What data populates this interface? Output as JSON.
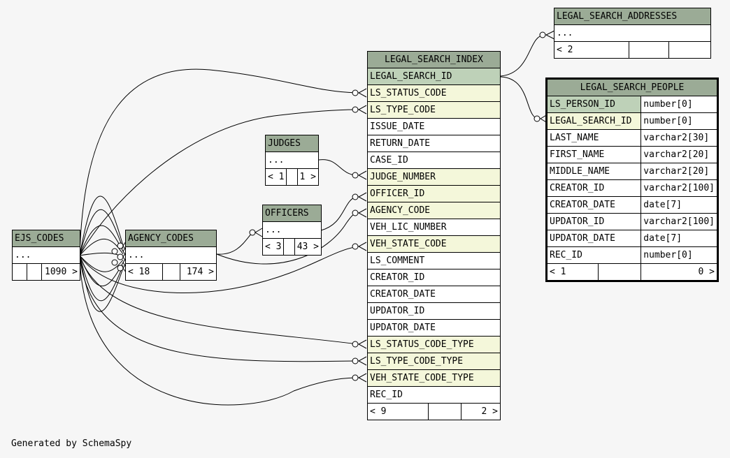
{
  "footer": "Generated by SchemaSpy",
  "tables": {
    "ejs_codes": {
      "name": "EJS_CODES",
      "ellipsis": "...",
      "footer": [
        "",
        "",
        "1090 >"
      ]
    },
    "agency_codes": {
      "name": "AGENCY_CODES",
      "ellipsis": "...",
      "footer": [
        "< 18",
        "",
        "174 >"
      ]
    },
    "judges": {
      "name": "JUDGES",
      "ellipsis": "...",
      "footer": [
        "< 1",
        "",
        "1 >"
      ]
    },
    "officers": {
      "name": "OFFICERS",
      "ellipsis": "...",
      "footer": [
        "< 3",
        "",
        "43 >"
      ]
    },
    "legal_search_index": {
      "name": "LEGAL_SEARCH_INDEX",
      "columns": [
        "LEGAL_SEARCH_ID",
        "LS_STATUS_CODE",
        "LS_TYPE_CODE",
        "ISSUE_DATE",
        "RETURN_DATE",
        "CASE_ID",
        "JUDGE_NUMBER",
        "OFFICER_ID",
        "AGENCY_CODE",
        "VEH_LIC_NUMBER",
        "VEH_STATE_CODE",
        "LS_COMMENT",
        "CREATOR_ID",
        "CREATOR_DATE",
        "UPDATOR_ID",
        "UPDATOR_DATE",
        "LS_STATUS_CODE_TYPE",
        "LS_TYPE_CODE_TYPE",
        "VEH_STATE_CODE_TYPE",
        "REC_ID"
      ],
      "footer": [
        "< 9",
        "",
        "2 >"
      ]
    },
    "legal_search_addresses": {
      "name": "LEGAL_SEARCH_ADDRESSES",
      "ellipsis": "...",
      "footer": [
        "< 2",
        "",
        ""
      ]
    },
    "legal_search_people": {
      "name": "LEGAL_SEARCH_PEOPLE",
      "columns": [
        {
          "name": "LS_PERSON_ID",
          "type": "number[0]"
        },
        {
          "name": "LEGAL_SEARCH_ID",
          "type": "number[0]"
        },
        {
          "name": "LAST_NAME",
          "type": "varchar2[30]"
        },
        {
          "name": "FIRST_NAME",
          "type": "varchar2[20]"
        },
        {
          "name": "MIDDLE_NAME",
          "type": "varchar2[20]"
        },
        {
          "name": "CREATOR_ID",
          "type": "varchar2[100]"
        },
        {
          "name": "CREATOR_DATE",
          "type": "date[7]"
        },
        {
          "name": "UPDATOR_ID",
          "type": "varchar2[100]"
        },
        {
          "name": "UPDATOR_DATE",
          "type": "date[7]"
        },
        {
          "name": "REC_ID",
          "type": "number[0]"
        }
      ],
      "footer": [
        "< 1",
        "",
        "0 >"
      ]
    }
  }
}
